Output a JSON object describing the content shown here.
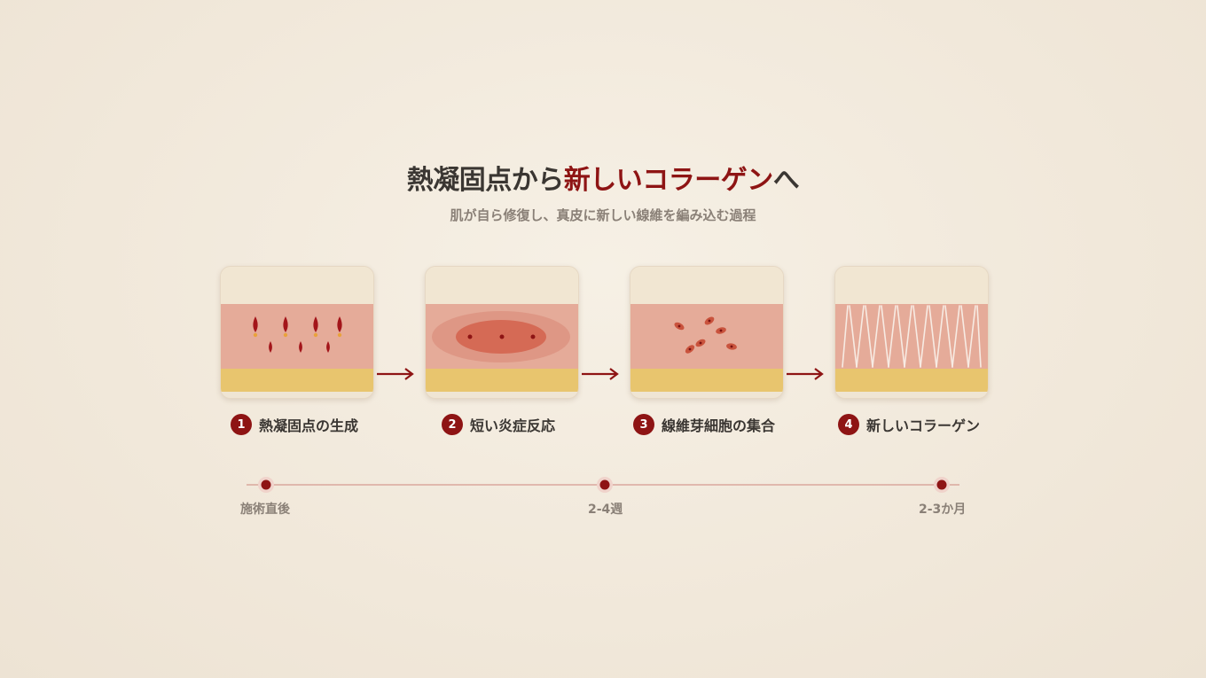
{
  "header": {
    "title_part1": "熱凝固点から",
    "title_accent": "新しいコラーゲン",
    "title_part2": "へ",
    "subtitle": "肌が自ら修復し、真皮に新しい線維を編み込む過程"
  },
  "steps": [
    {
      "number": "1",
      "label": "熱凝固点の生成"
    },
    {
      "number": "2",
      "label": "短い炎症反応"
    },
    {
      "number": "3",
      "label": "線維芽細胞の集合"
    },
    {
      "number": "4",
      "label": "新しいコラーゲン"
    }
  ],
  "timeline": {
    "points": [
      {
        "label": "施術直後"
      },
      {
        "label": "2-4週"
      },
      {
        "label": "2-3か月"
      }
    ]
  },
  "colors": {
    "accent": "#8e1414",
    "background": "#f3ebdf",
    "epidermis": "#f1e6d2",
    "dermis": "#e5ab99",
    "fat": "#e8c56e",
    "text": "#3a3632",
    "muted": "#8a8077"
  }
}
